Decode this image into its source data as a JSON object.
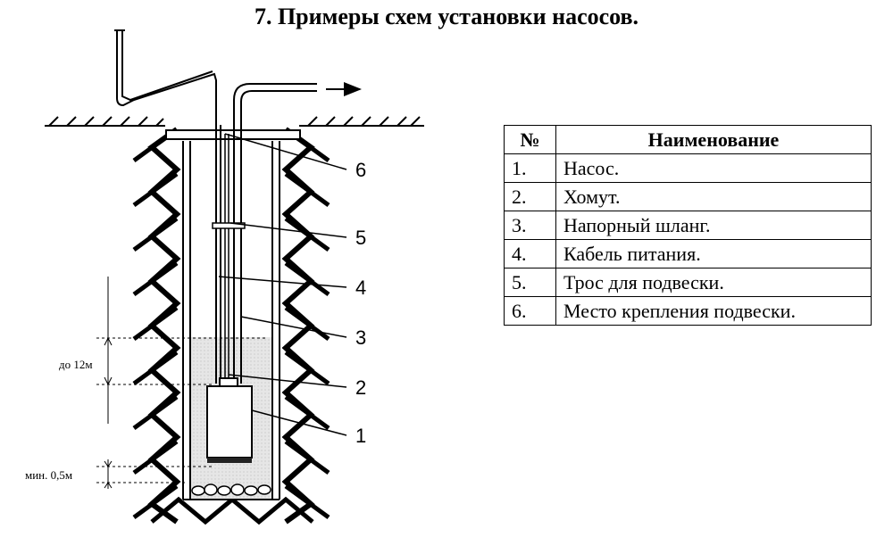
{
  "title": "7. Примеры схем установки насосов.",
  "diagram": {
    "callouts": [
      "6",
      "5",
      "4",
      "3",
      "2",
      "1"
    ],
    "dimensions": {
      "water_depth": "до 12м",
      "min_clearance": "мин. 0,5м"
    }
  },
  "table": {
    "headers": {
      "number": "№",
      "name": "Наименование"
    },
    "rows": [
      {
        "number": "1.",
        "name": "Насос."
      },
      {
        "number": "2.",
        "name": "Хомут."
      },
      {
        "number": "3.",
        "name": "Напорный шланг."
      },
      {
        "number": "4.",
        "name": "Кабель питания."
      },
      {
        "number": "5.",
        "name": "Трос для подвески."
      },
      {
        "number": "6.",
        "name": "Место крепления подвески."
      }
    ]
  }
}
